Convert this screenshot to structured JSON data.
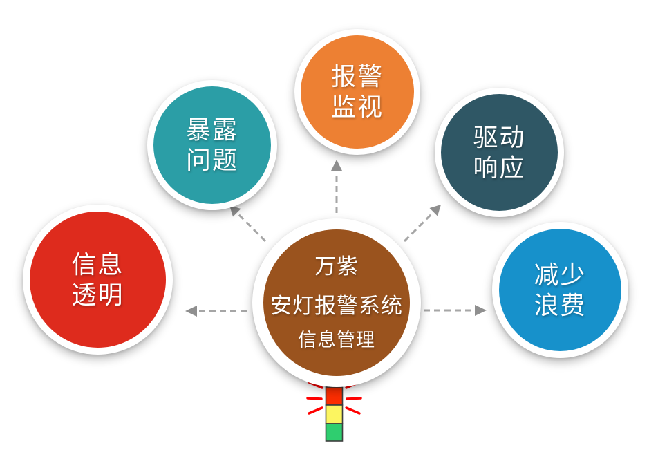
{
  "diagram": {
    "center": {
      "line1": "万紫",
      "line2": "安灯报警系统",
      "line3": "信息管理",
      "color": "#9A531E"
    },
    "nodes": [
      {
        "id": "info-transparency",
        "label": "信息\n透明",
        "color": "#DE2B1D"
      },
      {
        "id": "expose-problems",
        "label": "暴露\n问题",
        "color": "#2B9EA6"
      },
      {
        "id": "alarm-monitoring",
        "label": "报警\n监视",
        "color": "#ED8033"
      },
      {
        "id": "drive-response",
        "label": "驱动\n响应",
        "color": "#2F5765"
      },
      {
        "id": "reduce-waste",
        "label": "减少\n浪费",
        "color": "#1791CB"
      }
    ],
    "arrows": {
      "color": "#A6A6A6",
      "head_color": "#8F8F8F"
    },
    "andon_light": {
      "red": "#FC2D00",
      "yellow": "#FCF560",
      "green": "#2FCE6F",
      "outline": "#3D3D3D",
      "ray_color": "#FF0000"
    }
  }
}
